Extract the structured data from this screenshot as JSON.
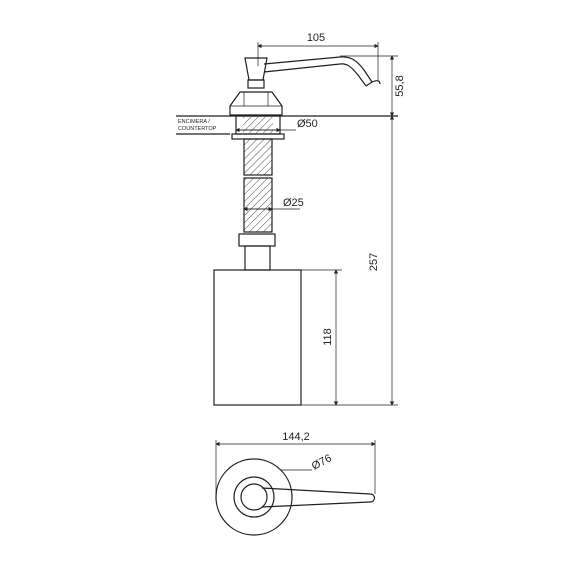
{
  "labels": {
    "countertop_line1": "ENCIMERA /",
    "countertop_line2": "COUNTERTOP"
  },
  "dimensions": {
    "spout_length": "105",
    "spout_height": "55,8",
    "body_diameter": "Ø50",
    "tube_diameter": "Ø25",
    "total_height": "257",
    "bottle_height": "118",
    "top_overall_width": "144,2",
    "top_diameter": "Ø76"
  },
  "colors": {
    "line": "#231f20",
    "hatch": "#231f20",
    "background": "#ffffff"
  }
}
